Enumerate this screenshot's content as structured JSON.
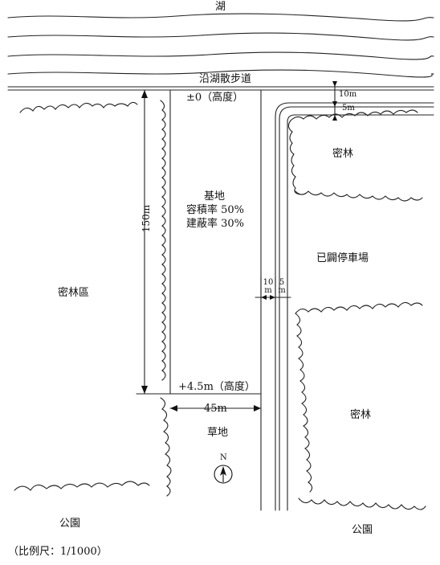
{
  "labels": {
    "lake": "湖",
    "promenade": "沿湖散步道",
    "elevation_top": "±0（高度）",
    "site": "基地",
    "far": "容積率 50%",
    "bcr": "建蔽率 30%",
    "elevation_bottom": "+4.5m（高度）",
    "width_dim": "45m",
    "length_dim": "150m",
    "dim_10m_top": "10m",
    "dim_5m_top": "5m",
    "dim_10_road": "10",
    "dim_10_road_unit": "m",
    "dim_5_road": "5",
    "dim_5_road_unit": "m",
    "forest_left": "密林區",
    "forest_top_right": "密林",
    "parking": "已闢停車場",
    "forest_bottom_right": "密林",
    "grass": "草地",
    "north": "N",
    "park_left": "公園",
    "park_right": "公園",
    "scale": "（比例尺：1/1000）"
  },
  "icons": {
    "north_arrow": "north-arrow-icon"
  }
}
